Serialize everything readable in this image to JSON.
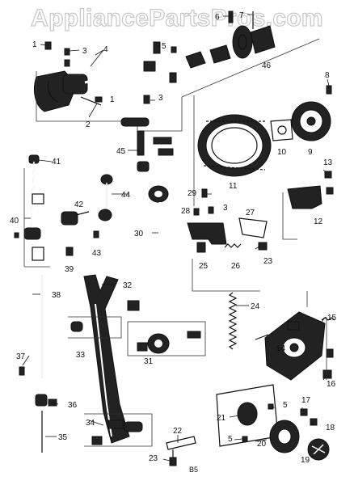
{
  "watermark": {
    "text": "AppliancePartsPros.com"
  },
  "footer_code": "B5",
  "callouts": [
    "1",
    "2",
    "3",
    "4",
    "5",
    "6",
    "7",
    "8",
    "9",
    "10",
    "11",
    "12",
    "13",
    "14",
    "15",
    "16",
    "17",
    "18",
    "19",
    "20",
    "21",
    "22",
    "23",
    "24",
    "25",
    "26",
    "27",
    "28",
    "29",
    "30",
    "31",
    "32",
    "33",
    "34",
    "35",
    "36",
    "37",
    "38",
    "39",
    "40",
    "41",
    "42",
    "43",
    "44",
    "45",
    "46"
  ]
}
